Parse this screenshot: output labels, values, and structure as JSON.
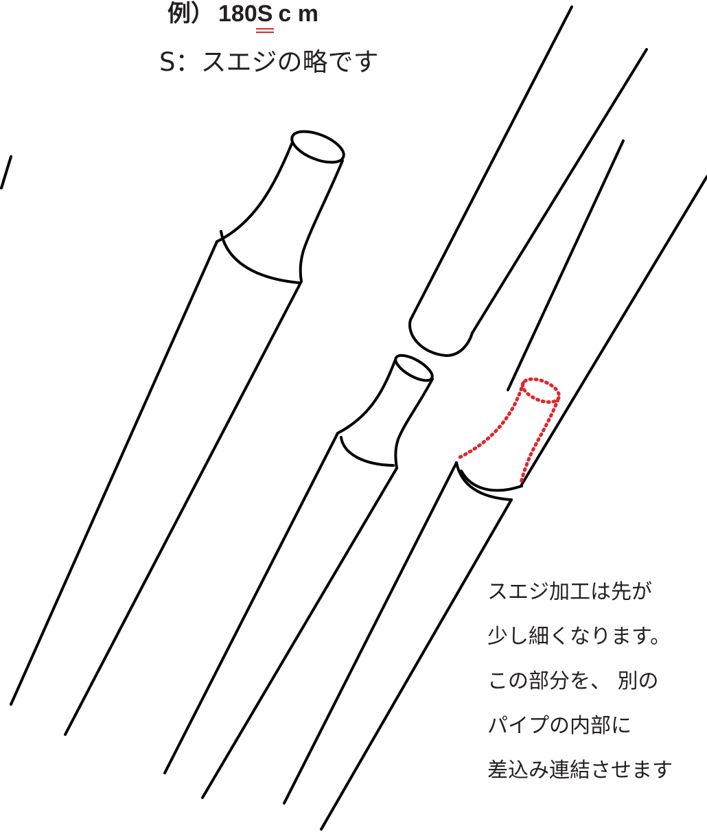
{
  "header": {
    "example_lead": "例）",
    "example_size": "180",
    "example_s": "S",
    "example_unit": "c m",
    "s_note": "S：スエジの略です"
  },
  "caption": {
    "lines": [
      "スエジ加工は先が",
      "少し細くなります。",
      "この部分を、 別の",
      "パイプの内部に",
      "差込み連結させます"
    ]
  },
  "colors": {
    "line": "#231f20",
    "highlight": "#e0262b",
    "background": "#ffffff"
  }
}
